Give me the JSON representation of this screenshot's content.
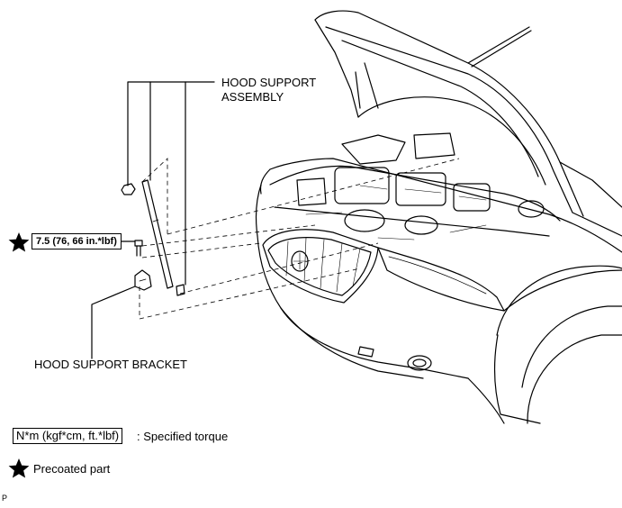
{
  "labels": {
    "hood_support_assembly_line1": "HOOD SUPPORT",
    "hood_support_assembly_line2": "ASSEMBLY",
    "hood_support_bracket": "HOOD SUPPORT BRACKET",
    "torque_value": "7.5 (76, 66 in.*lbf)"
  },
  "legend": {
    "torque_unit": "N*m (kgf*cm, ft.*lbf)",
    "torque_desc": ": Specified torque",
    "precoat_desc": "Precoated part"
  },
  "footer": {
    "code": "P"
  }
}
